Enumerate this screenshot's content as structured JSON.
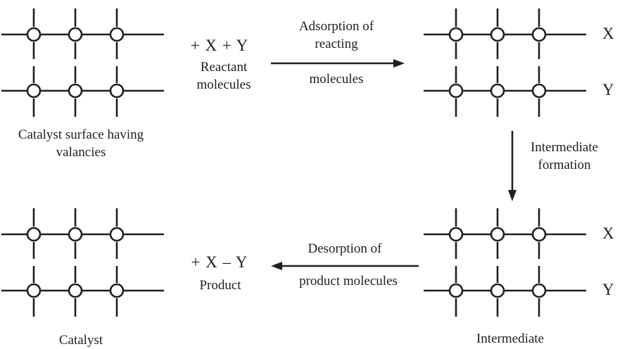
{
  "colors": {
    "ink": "#1f1f1f",
    "paper": "#ffffff"
  },
  "top_left": {
    "caption": "Catalyst surface having valancies"
  },
  "reactants": {
    "formula": "+ X + Y",
    "label": "Reactant molecules"
  },
  "adsorption_arrow": {
    "label_top": "Adsorption of reacting",
    "label_bottom": "molecules"
  },
  "top_right": {
    "x_label": "X",
    "y_label": "Y"
  },
  "intermediate_arrow": {
    "label": "Intermediate formation"
  },
  "bottom_right": {
    "x_label": "X",
    "y_label": "Y",
    "caption": "Intermediate"
  },
  "desorption_arrow": {
    "label_top": "Desorption of",
    "label_bottom": "product molecules"
  },
  "product": {
    "formula": "+ X – Y",
    "label": "Product"
  },
  "bottom_left": {
    "caption": "Catalyst"
  }
}
